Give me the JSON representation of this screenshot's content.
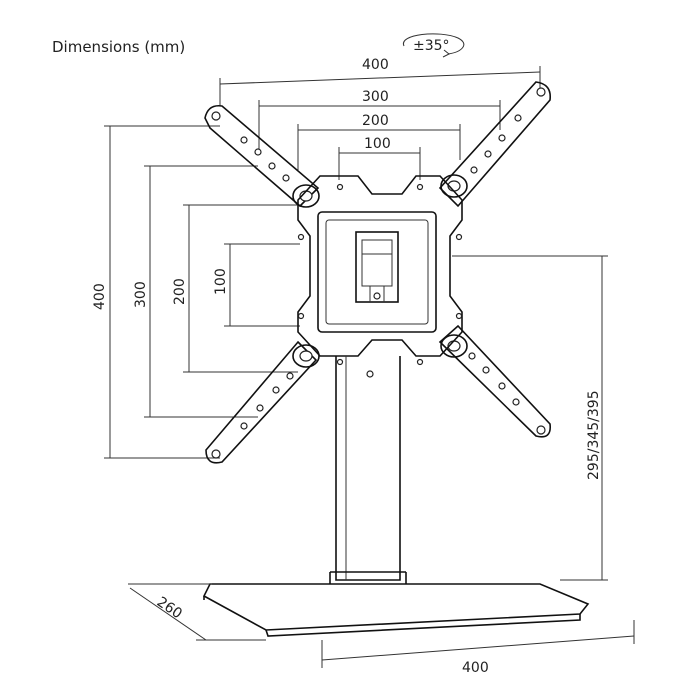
{
  "title": "Dimensions (mm)",
  "rotation_label": "±35°",
  "vesa_horizontal": [
    "400",
    "300",
    "200",
    "100"
  ],
  "vesa_vertical": [
    "400",
    "300",
    "200",
    "100"
  ],
  "height_label": "295/345/395",
  "base_depth": "260",
  "base_width": "400"
}
